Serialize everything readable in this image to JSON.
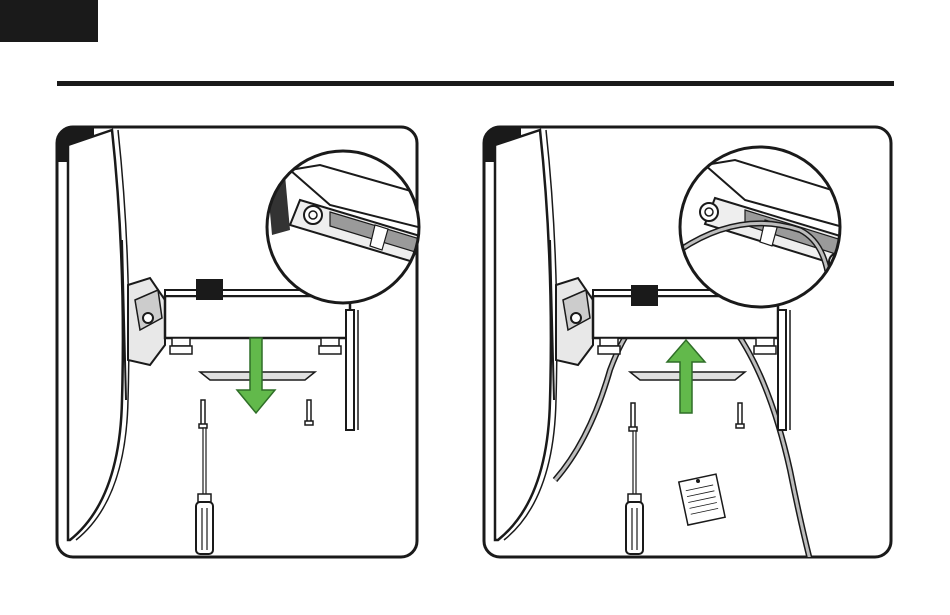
{
  "section_tab": {
    "color": "#1a1a1a"
  },
  "panels": [
    {
      "step_badge_color": "#1a1a1a",
      "arrow": {
        "direction": "down",
        "color": "#62b94b"
      }
    },
    {
      "step_badge_color": "#1a1a1a",
      "arrow": {
        "direction": "up",
        "color": "#62b94b"
      },
      "has_cables": true,
      "has_note_card": true
    }
  ],
  "icons": [
    "screwdriver-icon",
    "screw-icon",
    "cover-plate-icon",
    "nut-icon",
    "bracket-arm-icon",
    "magnifier-inset"
  ]
}
